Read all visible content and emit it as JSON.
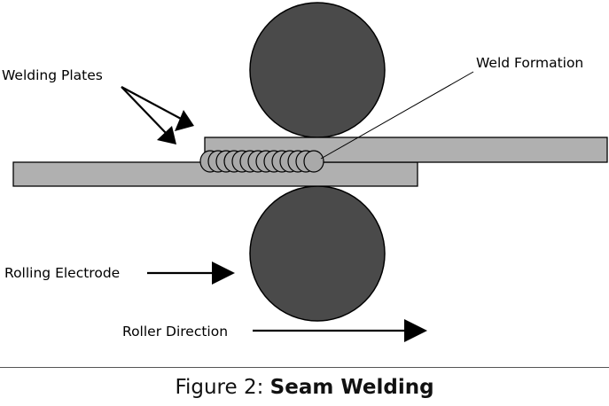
{
  "labels": {
    "welding_plates": "Welding Plates",
    "weld_formation": "Weld Formation",
    "rolling_electrode": "Rolling Electrode",
    "roller_direction": "Roller Direction"
  },
  "caption": {
    "prefix": "Figure 2: ",
    "title": "Seam Welding"
  },
  "colors": {
    "roller": "#4a4a4a",
    "plate": "#b0b0b0",
    "weld_bead": "#a9a9a9",
    "outline": "#000000"
  }
}
